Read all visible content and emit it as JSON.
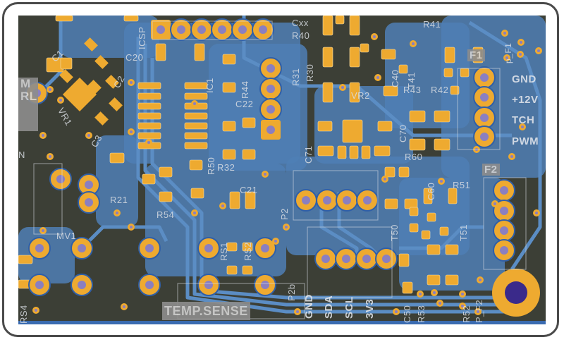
{
  "board": {
    "title_block": "TEMP.SENSE",
    "edge_marking": "M\nRL",
    "colors": {
      "substrate": "#3c3f36",
      "copper_pour": "#4f7fb5",
      "trace": "#5b8dc4",
      "pad": "#eeaa30",
      "drill": "#8a7fc0",
      "silkscreen": "#d9dde3"
    }
  },
  "components": {
    "C1": "C1",
    "C2": "C2",
    "C3": "C3",
    "VR1": "VR1",
    "ICSP": "ICSP",
    "C20": "C20",
    "IC1": "IC1",
    "R44": "R44",
    "C22": "C22",
    "R31": "R31",
    "R30": "R30",
    "Cxx": "Cxx",
    "R40": "R40",
    "R41": "R41",
    "T41": "T41",
    "C40": "C40",
    "R43": "R43",
    "R42": "R42",
    "VR2": "VR2",
    "C70": "C70",
    "C71": "C71",
    "R60": "R60",
    "F1": "F1",
    "p_F1": "p_F1",
    "F2": "F2",
    "R32": "R32",
    "R50": "R50",
    "R21": "R21",
    "R54": "R54",
    "C21": "C21",
    "P2": "P2",
    "C60": "C60",
    "R51": "R51",
    "T50": "T50",
    "T51": "T51",
    "MV1": "MV1",
    "RS1": "RS1",
    "RS2": "RS2",
    "RS4": "RS4",
    "P2b": "P2b",
    "C50": "C50",
    "R53": "R53",
    "R52": "R52",
    "P_F2": "P_F2",
    "N": "N"
  },
  "fan_connector": {
    "pins": [
      "GND",
      "+12V",
      "TCH",
      "PWM"
    ]
  },
  "i2c_connector": {
    "pins": [
      "GND",
      "SDA",
      "SCL",
      "3V3"
    ]
  }
}
